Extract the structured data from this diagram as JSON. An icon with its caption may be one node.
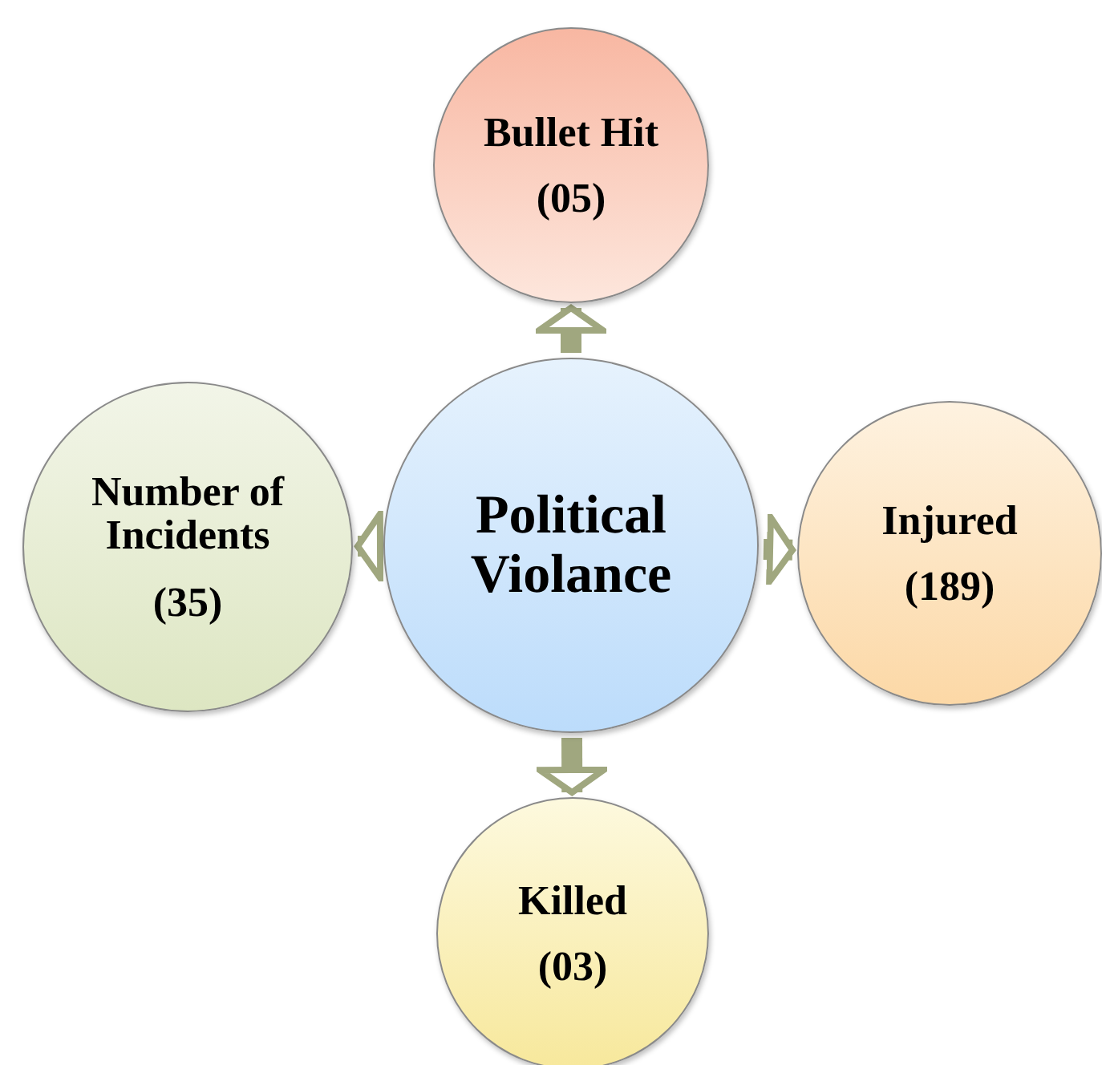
{
  "diagram": {
    "nodes": [
      {
        "text": [
          "Political Violance"
        ]
      },
      {
        "text": [
          "Bullet Hit",
          "(05)"
        ]
      },
      {
        "text": [
          "Injured",
          "(189)"
        ]
      },
      {
        "text": [
          "Killed",
          "(03)"
        ]
      },
      {
        "text": [
          "Number of Incidents",
          "(35)"
        ]
      }
    ],
    "edges": [
      {
        "from": 0,
        "to": 1,
        "arrow": "to"
      },
      {
        "from": 0,
        "to": 2,
        "arrow": "to"
      },
      {
        "from": 0,
        "to": 3,
        "arrow": "to"
      },
      {
        "from": 0,
        "to": 4,
        "arrow": "to"
      }
    ]
  }
}
